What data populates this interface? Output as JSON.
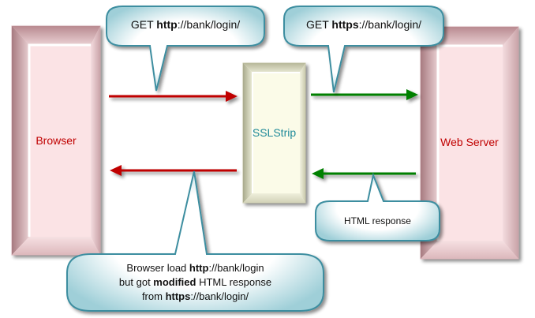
{
  "colors": {
    "box_browser_fill": "#fbe3e5",
    "box_server_fill": "#fbe3e5",
    "box_sslstrip_fill": "#fbfbe8",
    "callout_fill": "#e6f4f6",
    "callout_border": "#3e8ea0",
    "red_arrow": "#c00000",
    "green_arrow": "#008000",
    "browser_text": "#c00000",
    "server_text": "#c00000",
    "sslstrip_text": "#1f8a99"
  },
  "nodes": {
    "browser": {
      "label": "Browser"
    },
    "sslstrip": {
      "label": "SSLStrip"
    },
    "server": {
      "label": "Web Server"
    }
  },
  "callouts": {
    "get_http": {
      "prefix": "GET ",
      "bold": "http",
      "suffix": "://bank/login/"
    },
    "get_https": {
      "prefix": "GET ",
      "bold": "https",
      "suffix": "://bank/login/"
    },
    "html_response": {
      "text": "HTML response"
    },
    "modified": {
      "line1_prefix": "Browser load ",
      "line1_bold": "http",
      "line1_suffix": "://bank/login",
      "line2_prefix": "but got ",
      "line2_bold": "modified",
      "line2_suffix": " HTML response",
      "line3_prefix": "from ",
      "line3_bold": "https",
      "line3_suffix": "://bank/login/"
    }
  },
  "edges": [
    {
      "from": "browser",
      "to": "sslstrip",
      "color": "red",
      "label": "GET http://bank/login/"
    },
    {
      "from": "sslstrip",
      "to": "server",
      "color": "green",
      "label": "GET https://bank/login/"
    },
    {
      "from": "server",
      "to": "sslstrip",
      "color": "green",
      "label": "HTML response"
    },
    {
      "from": "sslstrip",
      "to": "browser",
      "color": "red",
      "label": "modified HTML response"
    }
  ]
}
